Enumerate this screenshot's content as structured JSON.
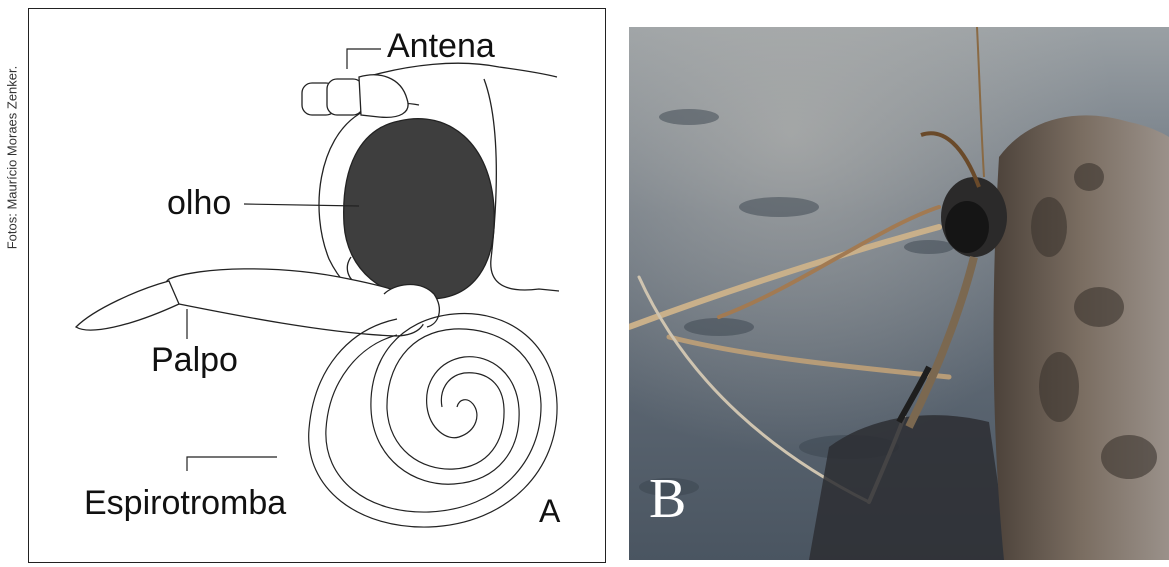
{
  "credit": "Fotos: Maurício Moraes Zenker.",
  "panel_a": {
    "labels": {
      "antena": "Antena",
      "olho": "olho",
      "palpo": "Palpo",
      "espirotromba": "Espirotromba",
      "letter": "A"
    }
  },
  "panel_b": {
    "letter": "B"
  },
  "colors": {
    "eye": "#3e3e3e",
    "outline": "#222222",
    "photo_ground": "#55606d",
    "bark": "#6f6357"
  }
}
